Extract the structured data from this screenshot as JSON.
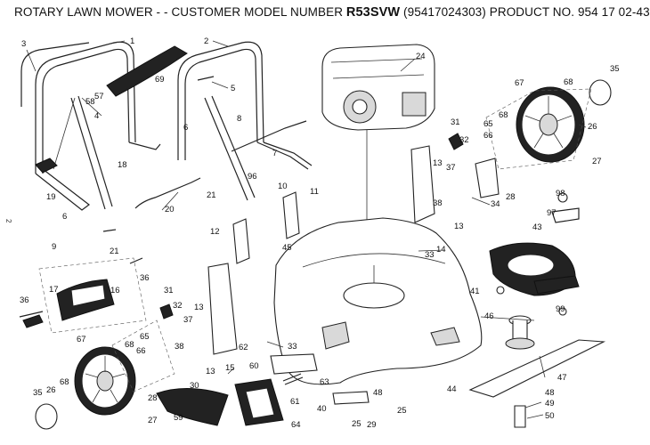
{
  "header": {
    "title_prefix": "ROTARY LAWN MOWER - - CUSTOMER MODEL NUMBER ",
    "model": "R53SVW",
    "title_suffix": " (95417024303) PRODUCT NO. 954 17 02-43"
  },
  "side_mark": "2",
  "callouts": [
    {
      "id": "c1",
      "text": "1"
    },
    {
      "id": "c2",
      "text": "2"
    },
    {
      "id": "c3",
      "text": "3"
    },
    {
      "id": "c4",
      "text": "4"
    },
    {
      "id": "c5",
      "text": "5"
    },
    {
      "id": "c6a",
      "text": "6"
    },
    {
      "id": "c6b",
      "text": "6"
    },
    {
      "id": "c7",
      "text": "7"
    },
    {
      "id": "c8",
      "text": "8"
    },
    {
      "id": "c9",
      "text": "9"
    },
    {
      "id": "c10",
      "text": "10"
    },
    {
      "id": "c11",
      "text": "11"
    },
    {
      "id": "c12",
      "text": "12"
    },
    {
      "id": "c13a",
      "text": "13"
    },
    {
      "id": "c13b",
      "text": "13"
    },
    {
      "id": "c13c",
      "text": "13"
    },
    {
      "id": "c13d",
      "text": "13"
    },
    {
      "id": "c14",
      "text": "14"
    },
    {
      "id": "c15",
      "text": "15"
    },
    {
      "id": "c16",
      "text": "16"
    },
    {
      "id": "c17",
      "text": "17"
    },
    {
      "id": "c18",
      "text": "18"
    },
    {
      "id": "c19",
      "text": "19"
    },
    {
      "id": "c20",
      "text": "20"
    },
    {
      "id": "c21a",
      "text": "21"
    },
    {
      "id": "c21b",
      "text": "21"
    },
    {
      "id": "c24",
      "text": "24"
    },
    {
      "id": "c25a",
      "text": "25"
    },
    {
      "id": "c25b",
      "text": "25"
    },
    {
      "id": "c26a",
      "text": "26"
    },
    {
      "id": "c26b",
      "text": "26"
    },
    {
      "id": "c27a",
      "text": "27"
    },
    {
      "id": "c27b",
      "text": "27"
    },
    {
      "id": "c28a",
      "text": "28"
    },
    {
      "id": "c28b",
      "text": "28"
    },
    {
      "id": "c29",
      "text": "29"
    },
    {
      "id": "c30",
      "text": "30"
    },
    {
      "id": "c31a",
      "text": "31"
    },
    {
      "id": "c31b",
      "text": "31"
    },
    {
      "id": "c32a",
      "text": "32"
    },
    {
      "id": "c32b",
      "text": "32"
    },
    {
      "id": "c33a",
      "text": "33"
    },
    {
      "id": "c33b",
      "text": "33"
    },
    {
      "id": "c34",
      "text": "34"
    },
    {
      "id": "c35a",
      "text": "35"
    },
    {
      "id": "c35b",
      "text": "35"
    },
    {
      "id": "c36a",
      "text": "36"
    },
    {
      "id": "c36b",
      "text": "36"
    },
    {
      "id": "c37a",
      "text": "37"
    },
    {
      "id": "c37b",
      "text": "37"
    },
    {
      "id": "c38a",
      "text": "38"
    },
    {
      "id": "c38b",
      "text": "38"
    },
    {
      "id": "c40",
      "text": "40"
    },
    {
      "id": "c41",
      "text": "41"
    },
    {
      "id": "c43",
      "text": "43"
    },
    {
      "id": "c44",
      "text": "44"
    },
    {
      "id": "c45",
      "text": "45"
    },
    {
      "id": "c46",
      "text": "46"
    },
    {
      "id": "c47",
      "text": "47"
    },
    {
      "id": "c48a",
      "text": "48"
    },
    {
      "id": "c48b",
      "text": "48"
    },
    {
      "id": "c49",
      "text": "49"
    },
    {
      "id": "c50",
      "text": "50"
    },
    {
      "id": "c57",
      "text": "57"
    },
    {
      "id": "c58",
      "text": "58"
    },
    {
      "id": "c59",
      "text": "59"
    },
    {
      "id": "c60",
      "text": "60"
    },
    {
      "id": "c61",
      "text": "61"
    },
    {
      "id": "c62",
      "text": "62"
    },
    {
      "id": "c63",
      "text": "63"
    },
    {
      "id": "c64",
      "text": "64"
    },
    {
      "id": "c65a",
      "text": "65"
    },
    {
      "id": "c65b",
      "text": "65"
    },
    {
      "id": "c66a",
      "text": "66"
    },
    {
      "id": "c66b",
      "text": "66"
    },
    {
      "id": "c67a",
      "text": "67"
    },
    {
      "id": "c67b",
      "text": "67"
    },
    {
      "id": "c68a",
      "text": "68"
    },
    {
      "id": "c68b",
      "text": "68"
    },
    {
      "id": "c68c",
      "text": "68"
    },
    {
      "id": "c68d",
      "text": "68"
    },
    {
      "id": "c69",
      "text": "69"
    },
    {
      "id": "c96",
      "text": "96"
    },
    {
      "id": "c97",
      "text": "97"
    },
    {
      "id": "c98",
      "text": "98"
    },
    {
      "id": "c99",
      "text": "99"
    }
  ]
}
